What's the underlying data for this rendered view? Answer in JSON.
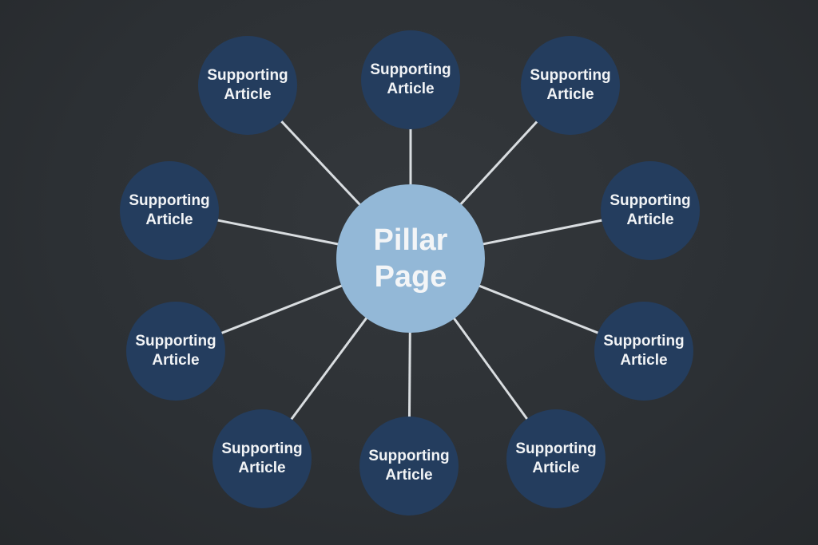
{
  "diagram": {
    "center": {
      "line1": "Pillar",
      "line2": "Page"
    },
    "satellites": [
      {
        "line1": "Supporting",
        "line2": "Article"
      },
      {
        "line1": "Supporting",
        "line2": "Article"
      },
      {
        "line1": "Supporting",
        "line2": "Article"
      },
      {
        "line1": "Supporting",
        "line2": "Article"
      },
      {
        "line1": "Supporting",
        "line2": "Article"
      },
      {
        "line1": "Supporting",
        "line2": "Article"
      },
      {
        "line1": "Supporting",
        "line2": "Article"
      },
      {
        "line1": "Supporting",
        "line2": "Article"
      },
      {
        "line1": "Supporting",
        "line2": "Article"
      },
      {
        "line1": "Supporting",
        "line2": "Article"
      }
    ],
    "colors": {
      "background": "#2e3236",
      "satellite": "#243d5e",
      "pillar": "#93b8d7",
      "connector": "#d9dde0"
    }
  }
}
